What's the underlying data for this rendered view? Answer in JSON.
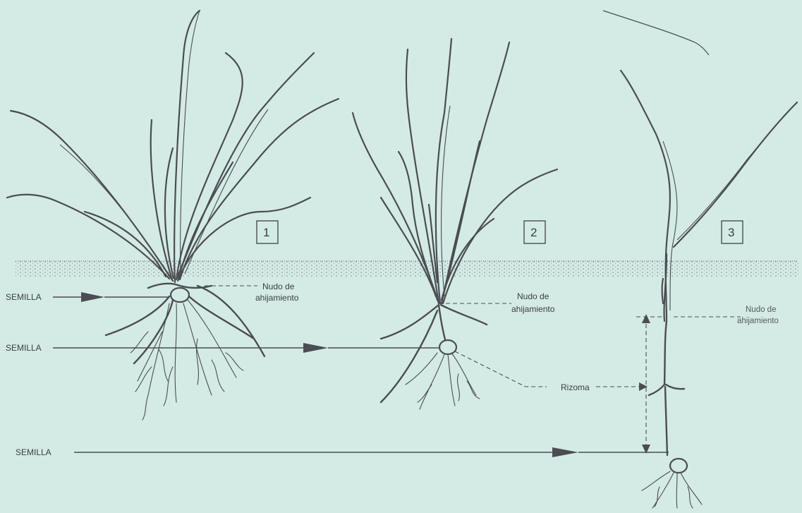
{
  "labels": {
    "seed": "SEMILLA",
    "tiller_node_line1": "Nudo de",
    "tiller_node_line2": "ahijamiento",
    "rhizome": "Rizoma"
  },
  "panels": [
    {
      "number": "1"
    },
    {
      "number": "2"
    },
    {
      "number": "3"
    }
  ],
  "colors": {
    "background": "#d4ebe5",
    "ink": "#4a4d52",
    "soil_dots": "#6b6f73"
  }
}
